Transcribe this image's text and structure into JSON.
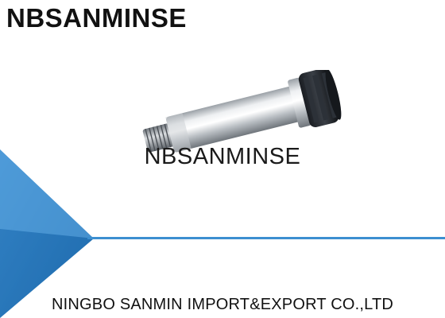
{
  "brand": "NBSANMINSE",
  "watermark": "NBSANMINSE",
  "company": "NINGBO SANMIN IMPORT&EXPORT CO.,LTD",
  "colors": {
    "accent_blue": "#3c8fd0",
    "accent_blue_light": "#7fbbe6",
    "accent_blue_dark": "#1f6fb2"
  },
  "product_image": "solenoid-valve-stem-tube"
}
